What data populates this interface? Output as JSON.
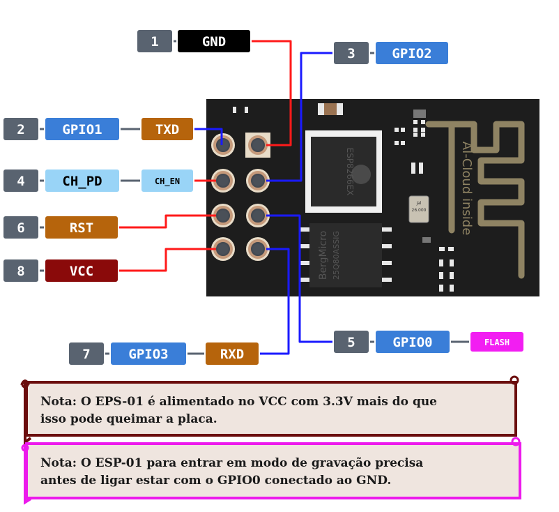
{
  "colors": {
    "pin_number": "#596370",
    "gpio": "#3a7ed8",
    "gpio_light": "#99d4f7",
    "function_orange": "#b6640c",
    "vcc": "#8a0a0a",
    "gnd": "#000000",
    "flash": "#f21ef2",
    "wire_red": "#ff1a1a",
    "wire_blue": "#1a1aff",
    "pcb": "#1d1d1d",
    "note1_border": "#6b0d0d",
    "note2_border": "#ec1aec",
    "note_bg": "#efe5df"
  },
  "pins": [
    {
      "number": "1",
      "gpio": "GND"
    },
    {
      "number": "2",
      "gpio": "GPIO1",
      "function": "TXD"
    },
    {
      "number": "3",
      "gpio": "GPIO2"
    },
    {
      "number": "4",
      "gpio": "CH_PD",
      "function": "CH_EN"
    },
    {
      "number": "5",
      "gpio": "GPIO0",
      "function": "FLASH"
    },
    {
      "number": "6",
      "function": "RST"
    },
    {
      "number": "7",
      "gpio": "GPIO3",
      "function": "RXD"
    },
    {
      "number": "8",
      "function": "VCC"
    }
  ],
  "board": {
    "chip_label": "ESP8266EX",
    "flash_brand": "BergMicro",
    "flash_part": "25Q80ASSIG",
    "crystal_line1": "jal",
    "crystal_line2": "26.000",
    "antenna_text": "AI-Cloud inside"
  },
  "notes": [
    {
      "line1": "Nota: O EPS-01 é alimentado no VCC com 3.3V mais do que",
      "line2": "isso pode queimar a placa."
    },
    {
      "line1": "Nota: O ESP-01 para entrar em modo de gravação precisa",
      "line2": "antes de ligar estar com o GPIO0 conectado ao GND."
    }
  ]
}
